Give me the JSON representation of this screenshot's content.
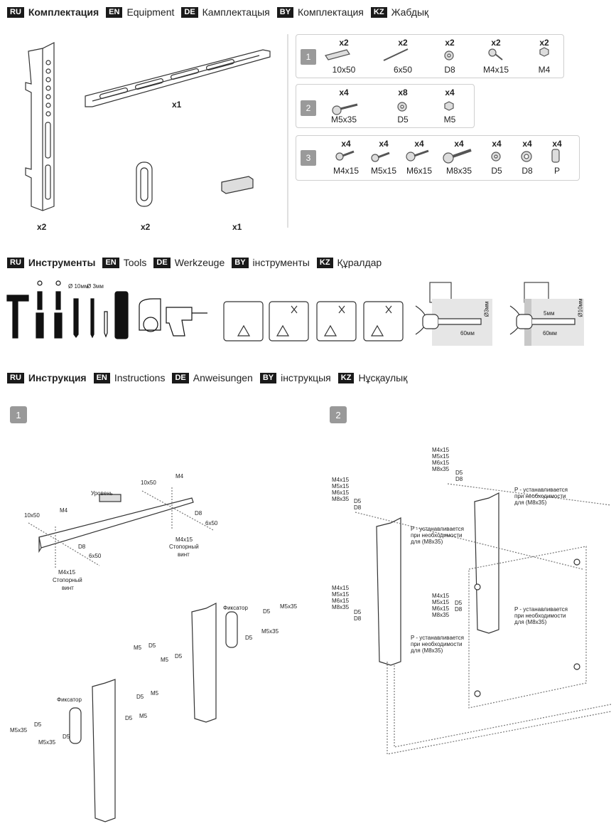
{
  "sections": {
    "equipment": {
      "ru_tag": "RU",
      "ru": "Комплектация",
      "en_tag": "EN",
      "en": "Equipment",
      "de_tag": "DE",
      "de": "Кампле­ктацыя",
      "by_tag": "BY",
      "by": "Комплектация",
      "kz_tag": "KZ",
      "kz": "Жабдық"
    },
    "tools": {
      "ru_tag": "RU",
      "ru": "Инструменты",
      "en_tag": "EN",
      "en": "Tools",
      "de_tag": "DE",
      "de": "Werkzeuge",
      "by_tag": "BY",
      "by": "інструменты",
      "kz_tag": "KZ",
      "kz": "Құралдар"
    },
    "instructions": {
      "ru_tag": "RU",
      "ru": "Инструкция",
      "en_tag": "EN",
      "en": "Instructions",
      "de_tag": "DE",
      "de": "Anweisungen",
      "by_tag": "BY",
      "by": "інструкцыя",
      "kz_tag": "KZ",
      "kz": "Нұсқаулық"
    }
  },
  "parts": {
    "bracket_qty": "x2",
    "rail_qty": "x1",
    "clip_qty": "x2",
    "level_qty": "x1"
  },
  "kits": [
    {
      "num": "1",
      "items": [
        {
          "c": "x2",
          "l": "10x50"
        },
        {
          "c": "x2",
          "l": "6x50"
        },
        {
          "c": "x2",
          "l": "D8"
        },
        {
          "c": "x2",
          "l": "M4x15"
        },
        {
          "c": "x2",
          "l": "M4"
        }
      ]
    },
    {
      "num": "2",
      "items": [
        {
          "c": "x4",
          "l": "M5x35"
        },
        {
          "c": "x8",
          "l": "D5"
        },
        {
          "c": "x4",
          "l": "M5"
        }
      ]
    },
    {
      "num": "3",
      "items": [
        {
          "c": "x4",
          "l": "M4x15"
        },
        {
          "c": "x4",
          "l": "M5x15"
        },
        {
          "c": "x4",
          "l": "M6x15"
        },
        {
          "c": "x4",
          "l": "M8x35"
        },
        {
          "c": "x4",
          "l": "D5"
        },
        {
          "c": "x4",
          "l": "D8"
        },
        {
          "c": "x4",
          "l": "P"
        }
      ]
    }
  ],
  "tools": {
    "drill_10": "Ø 10мм",
    "drill_3": "Ø 3мм",
    "wood": {
      "depth": "60мм",
      "dia": "Ø3мм"
    },
    "brick": {
      "offset": "5мм",
      "depth": "60мм",
      "dia": "Ø10мм"
    }
  },
  "steps": {
    "one": "1",
    "two": "2"
  },
  "step1_labels": [
    "10x50",
    "M4",
    "Уровень",
    "10x50",
    "M4",
    "D8",
    "6x50",
    "M4x15",
    "Стопорный",
    "винт",
    "D8",
    "6x50",
    "M4x15",
    "Стопорный",
    "винт",
    "Фиксатор",
    "D5",
    "M5x35",
    "M5x35",
    "D5",
    "M5",
    "D5",
    "M5",
    "D5",
    "Фиксатор",
    "D5",
    "M5",
    "D5",
    "M5",
    "M5x35",
    "D5",
    "M5x35",
    "D5"
  ],
  "step2_labels": {
    "screws": "M4x15\nM5x15\nM6x15\nM8x35",
    "washers": "D5\nD8",
    "p_note": "P - устанавливается\nпри необходимости\nдля (M8x35)"
  }
}
